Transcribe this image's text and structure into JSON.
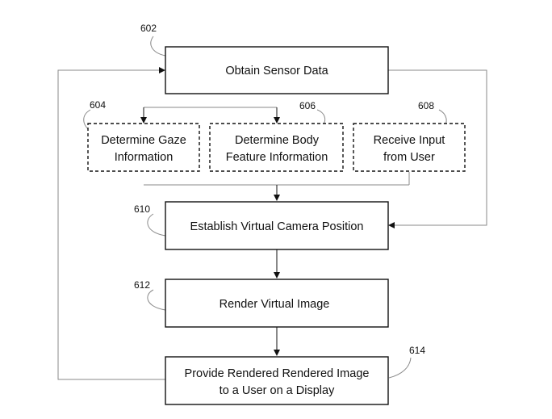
{
  "steps": {
    "obtain_sensor_data": {
      "ref": "602",
      "lines": [
        "Obtain Sensor Data"
      ]
    },
    "determine_gaze": {
      "ref": "604",
      "lines": [
        "Determine Gaze",
        "Information"
      ]
    },
    "determine_body": {
      "ref": "606",
      "lines": [
        "Determine Body",
        "Feature Information"
      ]
    },
    "receive_input": {
      "ref": "608",
      "lines": [
        "Receive Input",
        "from User"
      ]
    },
    "establish_camera": {
      "ref": "610",
      "lines": [
        "Establish Virtual Camera Position"
      ]
    },
    "render_image": {
      "ref": "612",
      "lines": [
        "Render Virtual Image"
      ]
    },
    "provide_image": {
      "ref": "614",
      "lines": [
        "Provide Rendered Rendered Image",
        "to a User on a Display"
      ]
    }
  }
}
